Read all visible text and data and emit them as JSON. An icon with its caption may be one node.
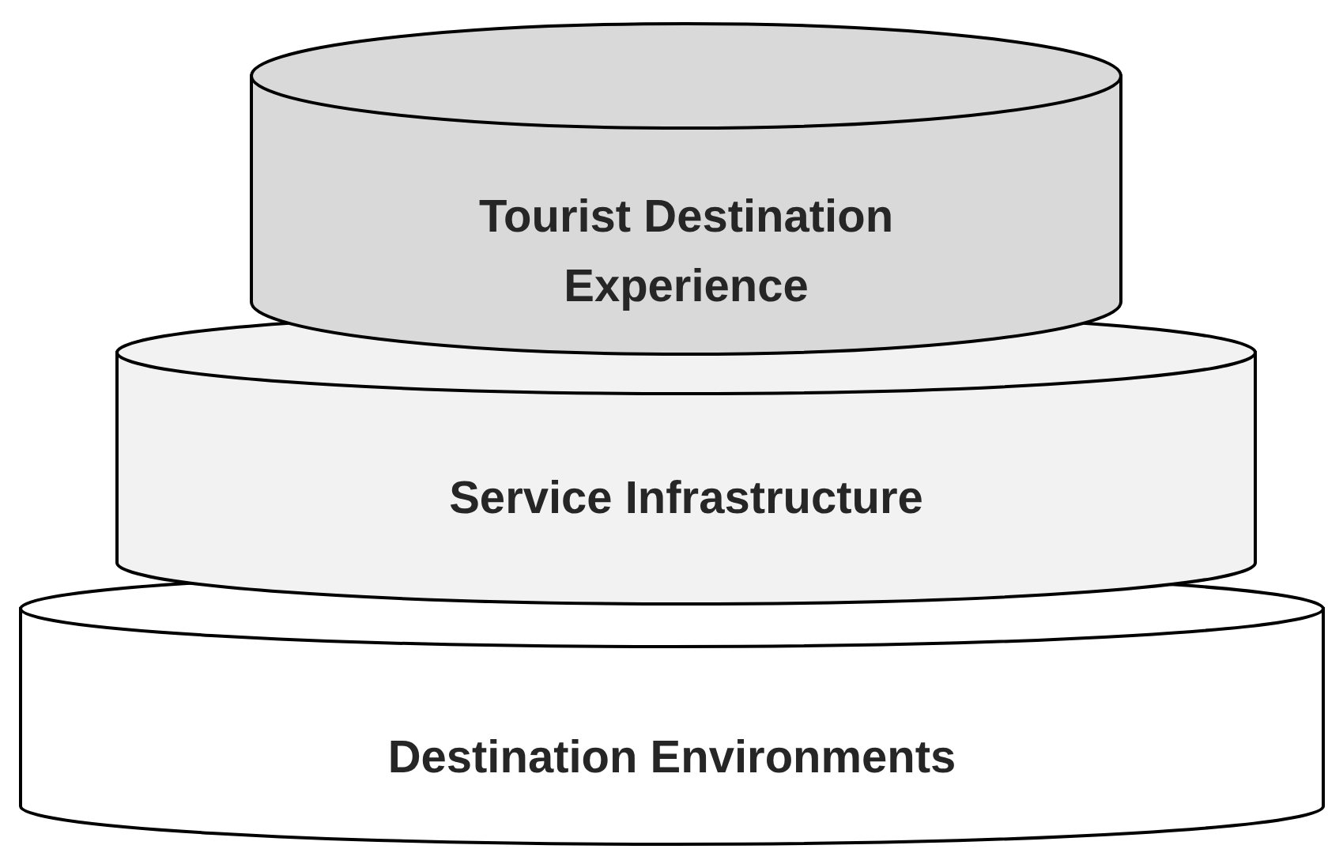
{
  "diagram": {
    "nodes": [
      {
        "text": [
          "Tourist Destination Experience"
        ]
      },
      {
        "text": [
          "Service Infrastructure"
        ]
      },
      {
        "text": [
          "Destination Environments"
        ]
      }
    ]
  }
}
